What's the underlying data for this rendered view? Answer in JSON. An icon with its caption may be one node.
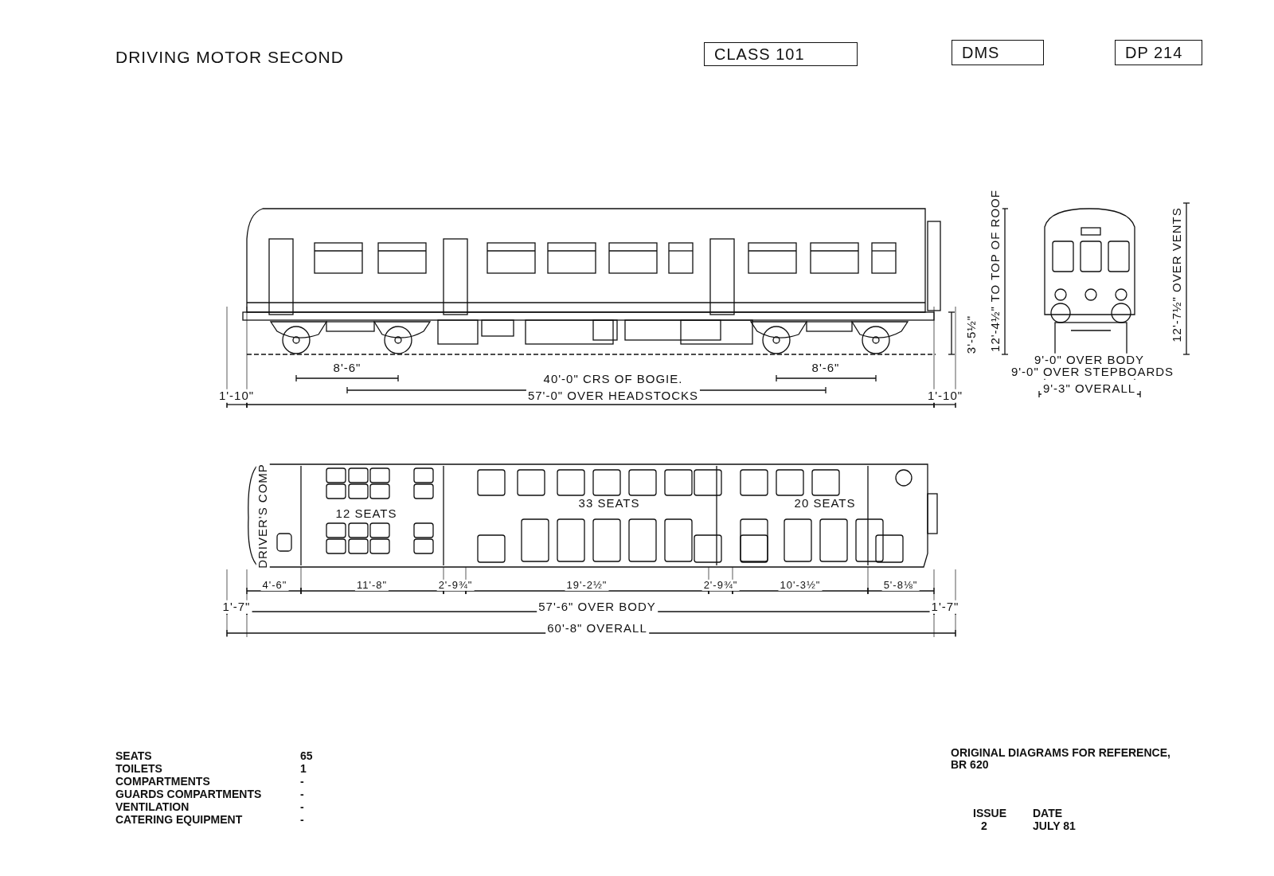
{
  "diagram": {
    "title": "DRIVING MOTOR SECOND",
    "nodes": [
      {
        "text": [
          "CLASS 101"
        ]
      },
      {
        "text": [
          "DMS"
        ]
      },
      {
        "text": [
          "DP 214"
        ]
      }
    ],
    "edges": [],
    "labels": [
      "3'-5½\"",
      "12'-4½\" TO TOP OF ROOF",
      "12'-7½\" OVER VENTS",
      "8'-6\"",
      "8'-6\"",
      "9'-0\" OVER BODY",
      "9'-0\" OVER STEPBOARDS",
      "40'-0\" CRS OF BOGIE.",
      "9'-3\" OVERALL",
      "1'-10\"",
      "57'-0\" OVER HEADSTOCKS",
      "1'-10\"",
      "DRIVER'S COMP",
      "12 SEATS",
      "33 SEATS",
      "20 SEATS",
      "4'-6\"",
      "11'-8\"",
      "2'-9¾\"",
      "19'-2½\"",
      "2'-9¾\"",
      "10'-3½\"",
      "5'-8⅛\"",
      "1'-7\"",
      "57'-6\" OVER BODY",
      "1'-7\"",
      "60'-8\" OVERALL",
      "SEATS",
      "65",
      "TOILETS",
      "1",
      "COMPARTMENTS",
      "-",
      "GUARDS COMPARTMENTS",
      "-",
      "VENTILATION",
      "-",
      "CATERING EQUIPMENT",
      "-",
      "ORIGINAL DIAGRAMS FOR REFERENCE, BR 620",
      "ISSUE",
      "DATE",
      "2",
      "JULY 81"
    ]
  }
}
